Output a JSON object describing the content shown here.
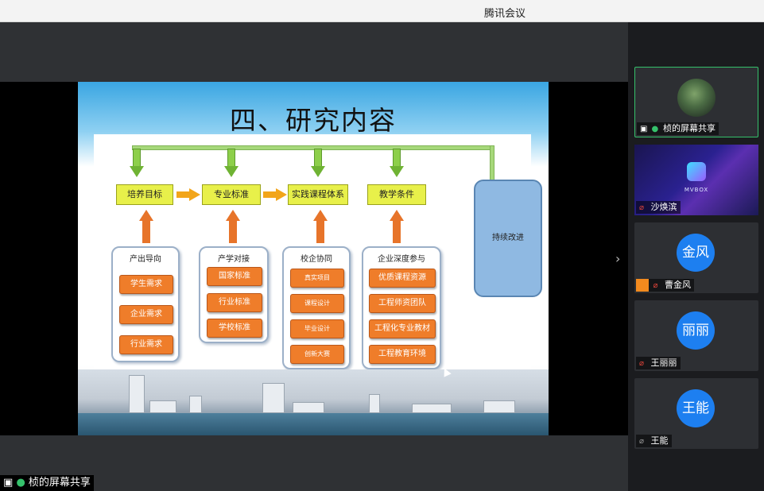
{
  "window": {
    "title": "腾讯会议"
  },
  "slide": {
    "title": "四、研究内容",
    "top_boxes": [
      "培养目标",
      "专业标准",
      "实践课程体系",
      "教学条件"
    ],
    "side_box": "持续改进",
    "groups": [
      {
        "title": "产出导向",
        "items": [
          "学生需求",
          "企业需求",
          "行业需求"
        ]
      },
      {
        "title": "产学对接",
        "items": [
          "国家标准",
          "行业标准",
          "学校标准"
        ]
      },
      {
        "title": "校企协同",
        "items": [
          "真实项目",
          "课程设计",
          "毕业设计",
          "创新大赛"
        ]
      },
      {
        "title": "企业深度参与",
        "items": [
          "优质课程资源",
          "工程师资团队",
          "工程化专业教材",
          "工程教育环境"
        ]
      }
    ]
  },
  "share_label": "桢的屏幕共享",
  "participants": [
    {
      "name": "桢的屏幕共享",
      "avatar": "",
      "mic": "mic-on-icon",
      "active": true
    },
    {
      "name": "沙焕滨",
      "avatar": "MVBOX",
      "mic": "mic-muted-icon",
      "active": false
    },
    {
      "name": "曹金风",
      "avatar": "金风",
      "mic": "mic-muted-icon",
      "active": false
    },
    {
      "name": "王丽丽",
      "avatar": "丽丽",
      "mic": "mic-muted-icon",
      "active": false
    },
    {
      "name": "王能",
      "avatar": "王能",
      "mic": "mic-muted-icon",
      "active": false
    }
  ],
  "colors": {
    "accent": "#1d7ff0",
    "active_border": "#35c16b",
    "mic_active": "#35c16b",
    "mic_muted": "#e0443a"
  }
}
